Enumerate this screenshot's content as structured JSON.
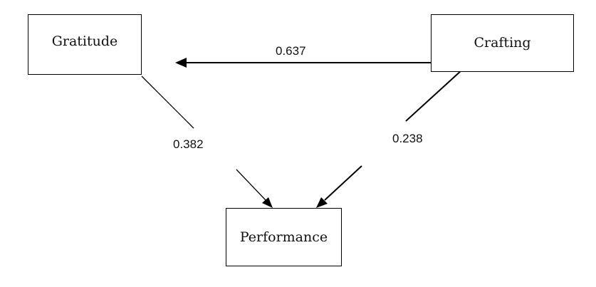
{
  "nodes": {
    "gratitude": "Gratitude",
    "crafting": "Crafting",
    "performance": "Performance"
  },
  "edges": {
    "crafting_to_gratitude": "0.637",
    "gratitude_to_performance": "0.382",
    "crafting_to_performance": "0.238"
  },
  "colors": {
    "line": "#000000",
    "text": "#111111"
  }
}
